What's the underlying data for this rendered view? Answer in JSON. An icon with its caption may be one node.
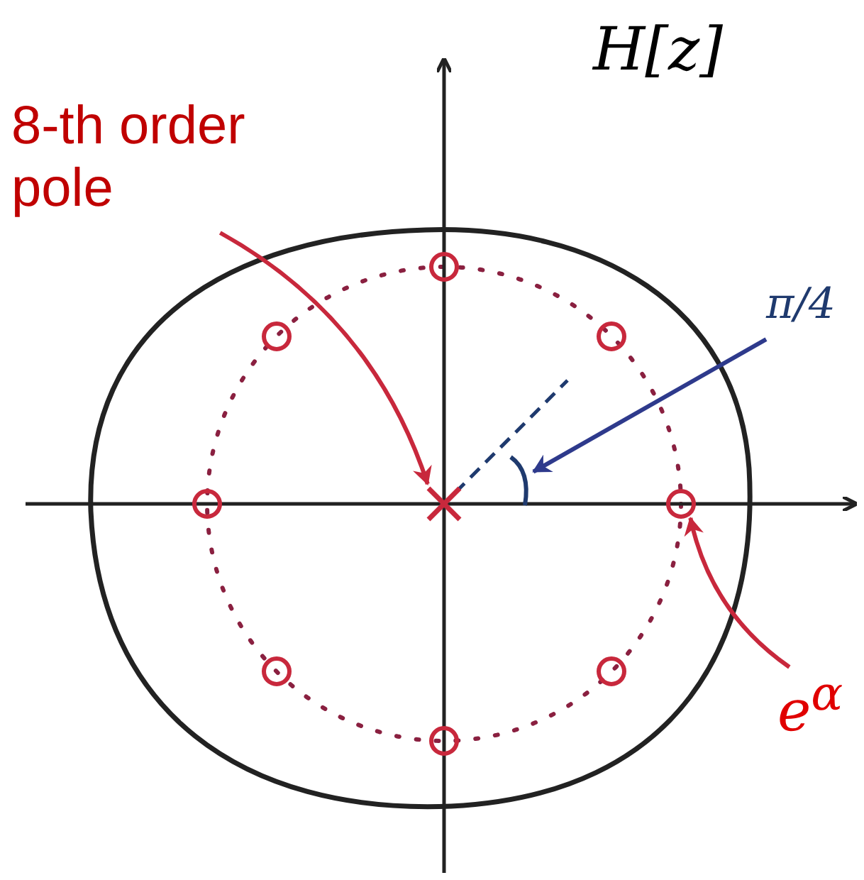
{
  "diagram": {
    "nodes": [
      {
        "text": [
          "8-th order pole"
        ]
      },
      {
        "text": [],
        "shape": "cross"
      },
      {
        "text": [
          "π/4"
        ]
      },
      {
        "text": [],
        "shape": "arc"
      },
      {
        "text": [
          "e$^{α}$"
        ]
      },
      {
        "text": [],
        "shape": "circle"
      },
      {
        "text": [],
        "shape": "circle"
      },
      {
        "text": [],
        "shape": "circle"
      },
      {
        "text": [],
        "shape": "circle"
      },
      {
        "text": [],
        "shape": "circle"
      },
      {
        "text": [],
        "shape": "circle"
      },
      {
        "text": [],
        "shape": "circle"
      },
      {
        "text": [],
        "shape": "circle"
      }
    ],
    "edges": [
      {
        "from": 0,
        "to": 1,
        "arrow": "to"
      },
      {
        "from": 2,
        "to": 3,
        "arrow": "to",
        "color": "#2e3a8c"
      },
      {
        "from": 4,
        "to": 9,
        "arrow": "to"
      }
    ],
    "labels": [
      "H[z]"
    ]
  }
}
